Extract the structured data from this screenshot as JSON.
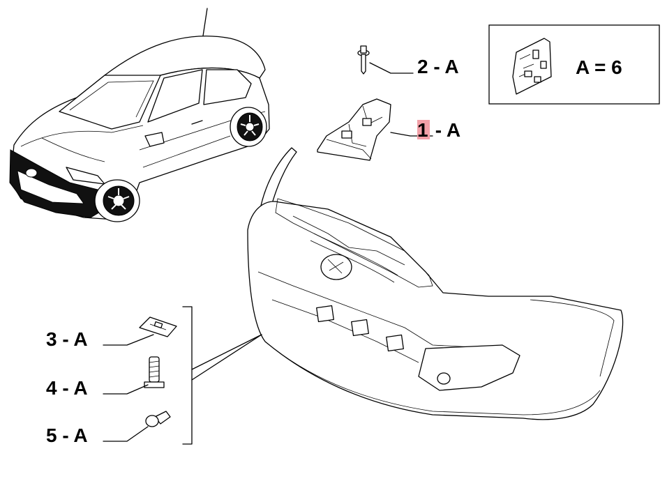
{
  "callouts": {
    "c1": {
      "number": "1",
      "suffix": " - A",
      "highlight": "#f2a0a8"
    },
    "c2": {
      "label": "2 - A"
    },
    "c3": {
      "label": "3 - A"
    },
    "c4": {
      "label": "4 - A"
    },
    "c5": {
      "label": "5 - A"
    }
  },
  "kit_box": {
    "label": "A = 6"
  }
}
